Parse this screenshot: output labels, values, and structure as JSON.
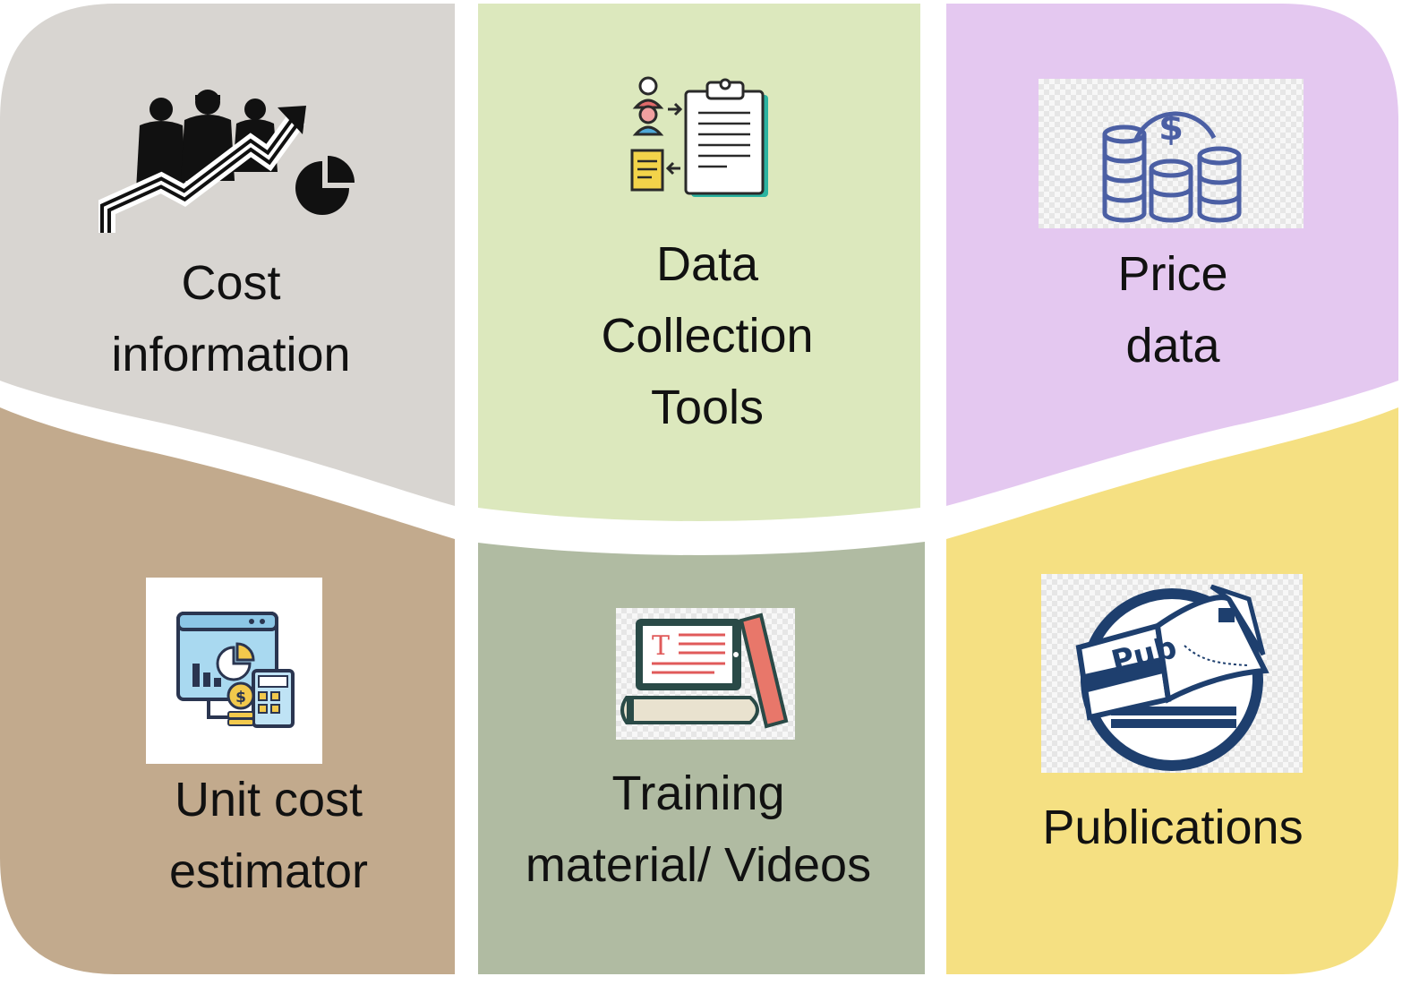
{
  "colors": {
    "cost_information": "#d8d5d1",
    "data_collection": "#dce8bd",
    "price_data": "#e4c8f0",
    "unit_cost": "#c2aa8d",
    "training": "#b0bba2",
    "publications": "#f5e082",
    "divider": "#ffffff"
  },
  "tiles": {
    "cost_information": {
      "icon": "business-growth-icon",
      "lines": [
        "Cost",
        "information"
      ]
    },
    "data_collection": {
      "icon": "data-collection-clipboard-icon",
      "lines": [
        "Data",
        "Collection",
        "Tools"
      ]
    },
    "price_data": {
      "icon": "coin-stacks-dollar-icon",
      "lines": [
        "Price",
        "data"
      ]
    },
    "unit_cost": {
      "icon": "cost-estimator-dashboard-icon",
      "lines": [
        "Unit cost",
        "estimator"
      ]
    },
    "training": {
      "icon": "tablet-books-icon",
      "lines": [
        "Training",
        "material/ Videos"
      ]
    },
    "publications": {
      "icon": "publications-pub-icon",
      "lines": [
        "Publications"
      ]
    }
  }
}
